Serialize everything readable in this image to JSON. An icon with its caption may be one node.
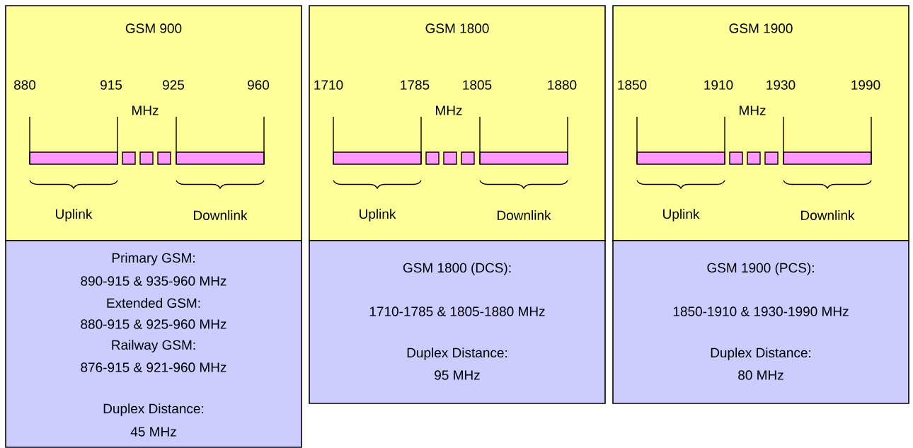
{
  "diagram": {
    "nodes": [
      {
        "text": [
          "GSM 900",
          "880",
          "915",
          "925",
          "960",
          "MHz",
          "Uplink",
          "Downlink"
        ]
      },
      {
        "text": [
          "Primary GSM:",
          "890-915 & 935-960 MHz",
          "Extended GSM:",
          "880-915 & 925-960 MHz",
          "Railway GSM:",
          "876-915 & 921-960 MHz",
          "Duplex Distance:",
          "45 MHz"
        ]
      },
      {
        "text": [
          "GSM 1800",
          "1710",
          "1785",
          "1805",
          "1880",
          "MHz",
          "Uplink",
          "Downlink"
        ]
      },
      {
        "text": [
          "GSM 1800 (DCS):",
          "1710-1785 & 1805-1880 MHz",
          "Duplex Distance:",
          "95 MHz"
        ]
      },
      {
        "text": [
          "GSM 1900",
          "1850",
          "1910",
          "1930",
          "1990",
          "MHz",
          "Uplink",
          "Downlink"
        ]
      },
      {
        "text": [
          "GSM 1900 (PCS):",
          "1850-1910 & 1930-1990 MHz",
          "Duplex Distance:",
          "80 MHz"
        ]
      }
    ]
  }
}
